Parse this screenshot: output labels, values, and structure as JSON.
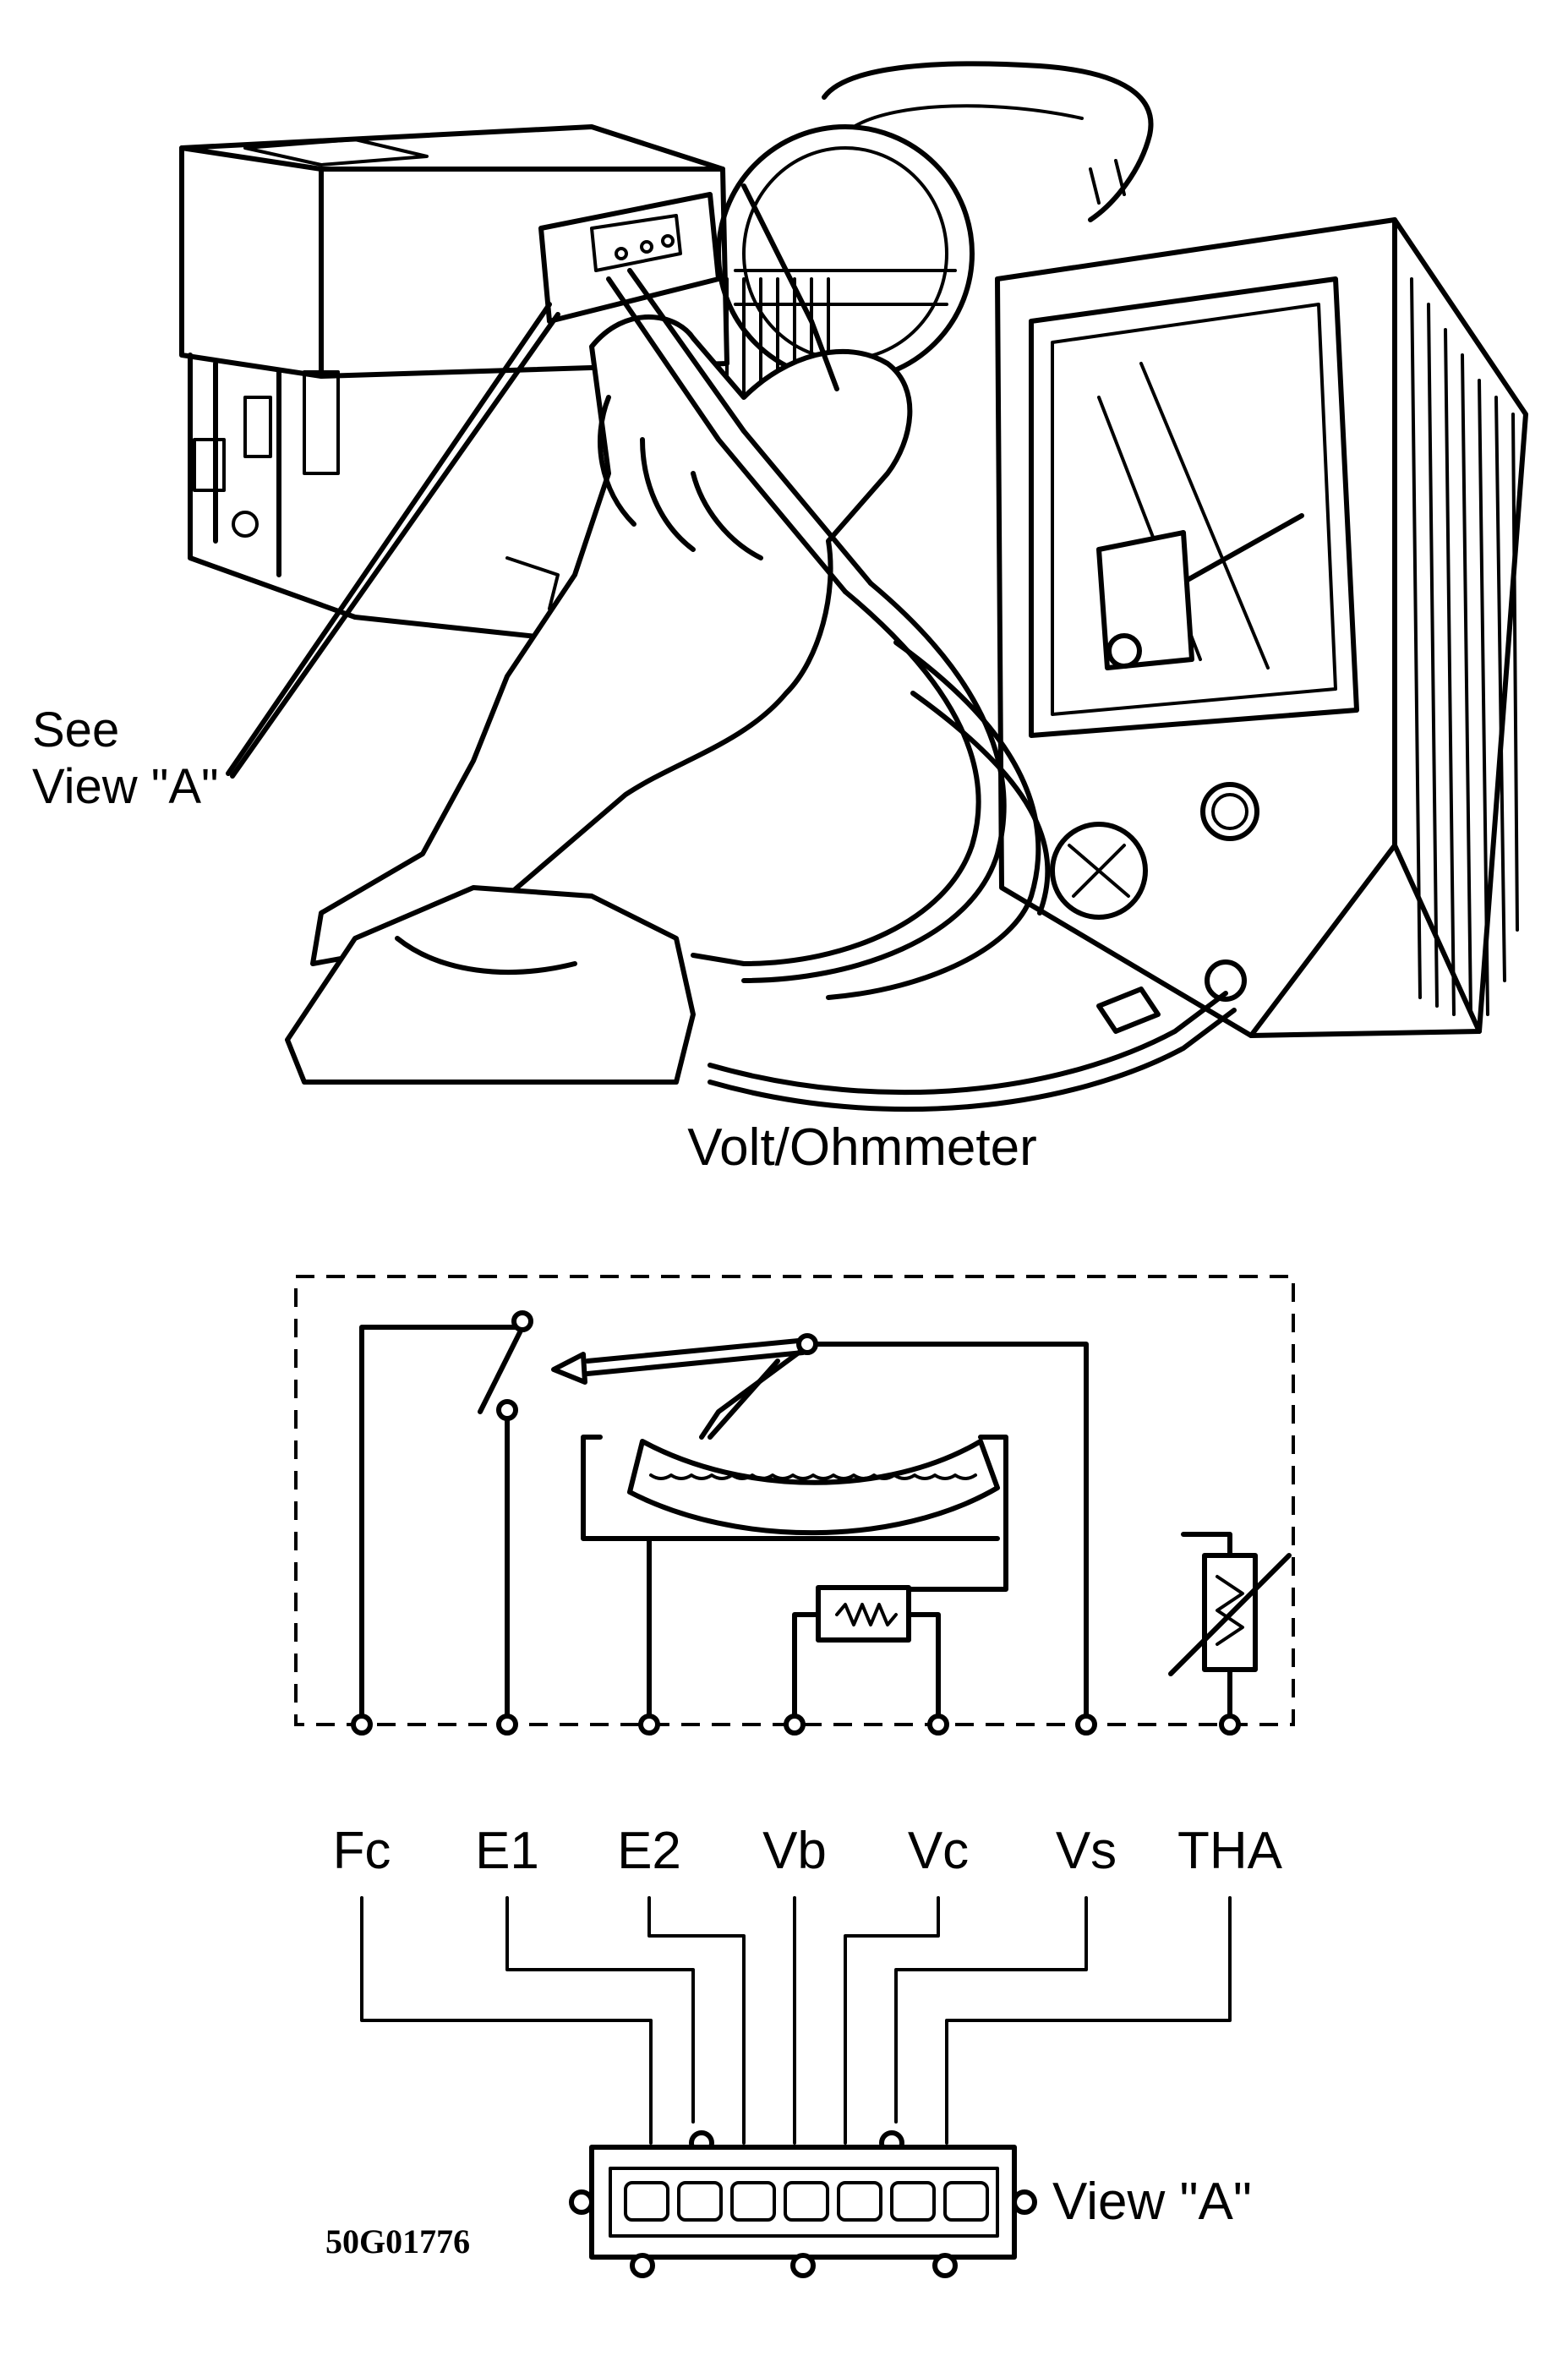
{
  "callouts": {
    "see_view_a": [
      "See",
      "View \"A\""
    ],
    "meter": "Volt/Ohmmeter",
    "connector_view": "View \"A\""
  },
  "terminals": [
    "Fc",
    "E1",
    "E2",
    "Vb",
    "Vc",
    "Vs",
    "THA"
  ],
  "figure_code": "50G01776"
}
